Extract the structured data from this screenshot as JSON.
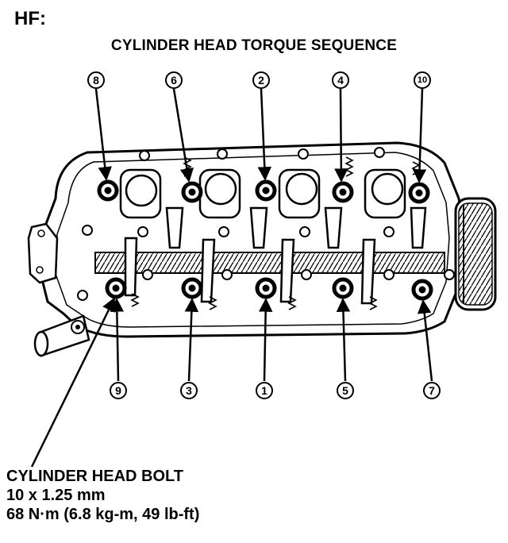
{
  "header": {
    "engine_code": "HF:",
    "title": "CYLINDER HEAD TORQUE SEQUENCE"
  },
  "callouts": {
    "top": [
      "8",
      "6",
      "2",
      "4",
      "10"
    ],
    "bottom": [
      "9",
      "3",
      "1",
      "5",
      "7"
    ]
  },
  "bolt_spec": {
    "name": "CYLINDER HEAD BOLT",
    "size": "10 x 1.25 mm",
    "torque": "68 N·m (6.8 kg-m, 49 lb-ft)"
  }
}
